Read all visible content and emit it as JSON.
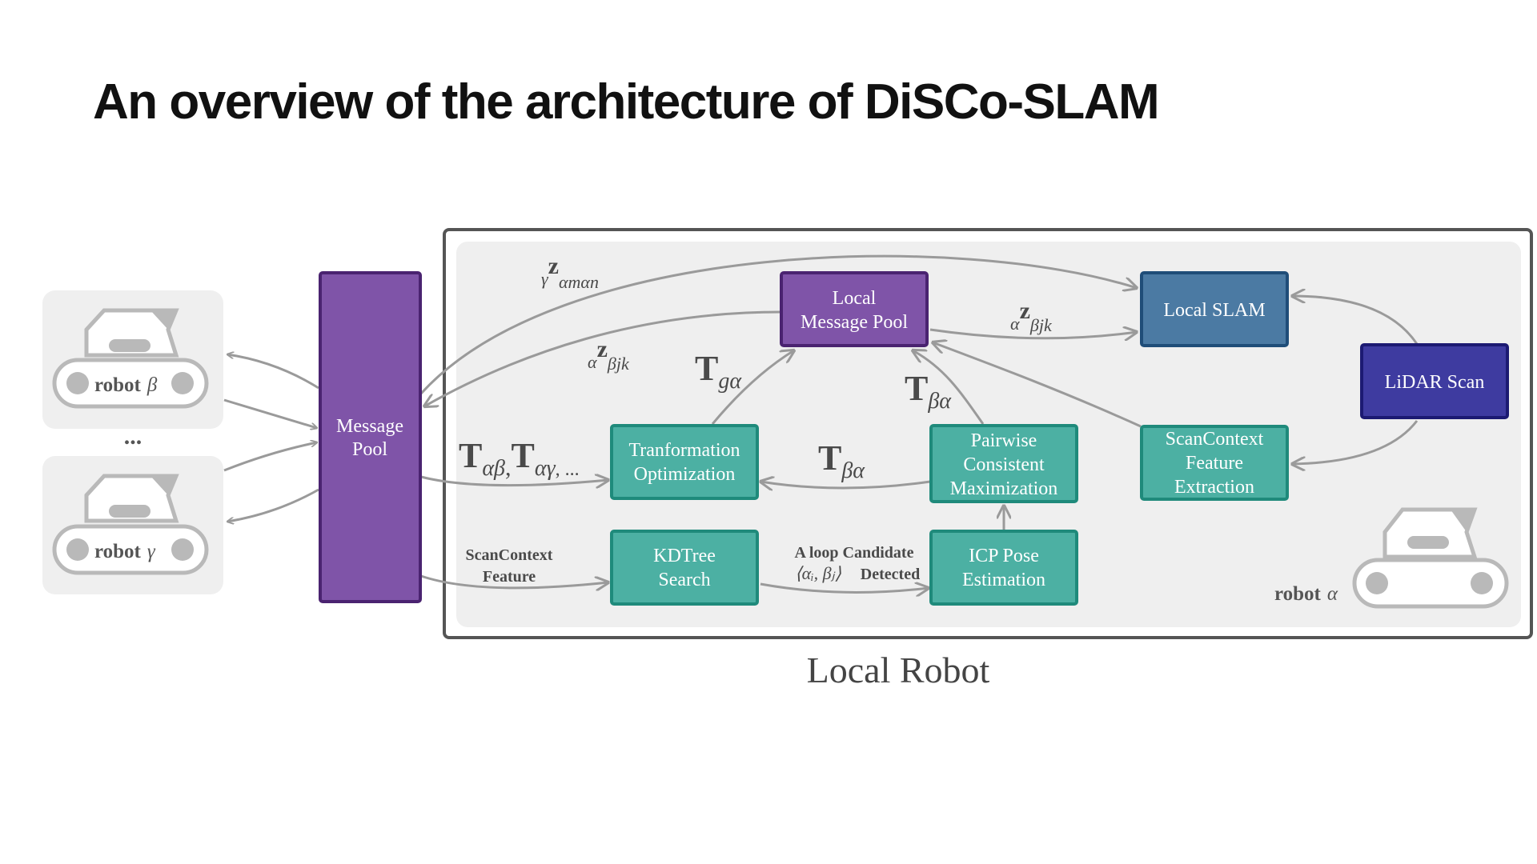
{
  "slide": {
    "title": "An overview of the architecture of DiSCo-SLAM"
  },
  "diagram": {
    "caption": "Local Robot",
    "colors": {
      "purple": "#7f54a8",
      "purple_border": "#4a2370",
      "teal": "#4cb0a3",
      "teal_border": "#1f8a7b",
      "slate": "#4b7aa3",
      "slate_border": "#1f4d78",
      "navy": "#3e3ba0",
      "navy_border": "#1c1a72",
      "edge": "#9a9a9a",
      "panel": "#efefef",
      "frame": "#555555",
      "robot_gray": "#b9b9b9"
    },
    "nodes": {
      "message_pool": {
        "line1": "Message",
        "line2": "Pool"
      },
      "local_message_pool": {
        "line1": "Local",
        "line2": "Message Pool"
      },
      "local_slam": {
        "line1": "Local SLAM"
      },
      "lidar_scan": {
        "line1": "LiDAR Scan"
      },
      "scancontext_extraction": {
        "line1": "ScanContext",
        "line2": "Feature",
        "line3": "Extraction"
      },
      "transformation_optimization": {
        "line1": "Tranformation",
        "line2": "Optimization"
      },
      "pairwise_consistent": {
        "line1": "Pairwise",
        "line2": "Consistent",
        "line3": "Maximization"
      },
      "kdtree_search": {
        "line1": "KDTree",
        "line2": "Search"
      },
      "icp_pose": {
        "line1": "ICP Pose",
        "line2": "Estimation"
      }
    },
    "edge_labels": {
      "scancontext_feature": {
        "line1": "ScanContext",
        "line2": "Feature"
      },
      "loop_candidate": {
        "line1": "A loop Candidate",
        "pair": "⟨αᵢ, βⱼ⟩",
        "detected": "Detected"
      },
      "t_alpha_beta": {
        "sym": "T",
        "sub1": "αβ",
        "sep": ",",
        "sym2": "T",
        "sub2": "αγ",
        "tail": ", ..."
      },
      "t_beta_alpha_mid": {
        "sym": "T",
        "sub": "βα"
      },
      "t_beta_alpha_up": {
        "sym": "T",
        "sub": "βα"
      },
      "t_g_alpha": {
        "sym": "T",
        "sub": "gα"
      },
      "z_gamma": {
        "pre": "γ",
        "sym": "z",
        "sub": "αmαn"
      },
      "z_alpha_left": {
        "pre": "α",
        "sym": "z",
        "sub": "βjk"
      },
      "z_alpha_right": {
        "pre": "α",
        "sym": "z",
        "sub": "βjk"
      }
    },
    "robots": {
      "beta": {
        "name": "robot",
        "symbol": "β"
      },
      "gamma": {
        "name": "robot",
        "symbol": "γ"
      },
      "alpha": {
        "name": "robot",
        "symbol": "α"
      },
      "ellipsis": "..."
    }
  }
}
